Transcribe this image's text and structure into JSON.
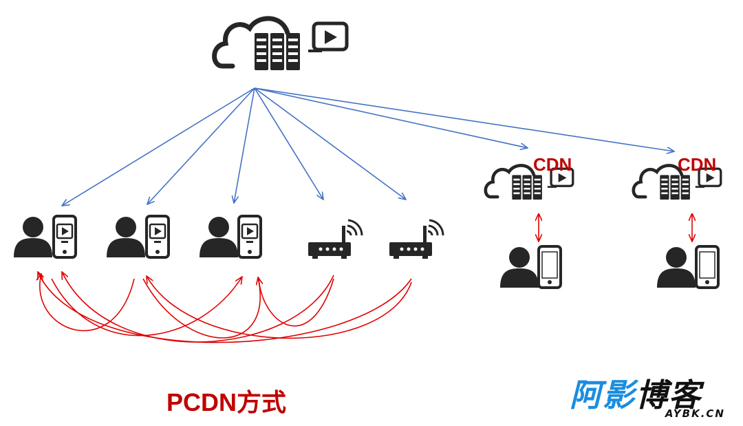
{
  "cdn_label": "CDN",
  "title": "PCDN方式",
  "logo": {
    "part1": "阿影",
    "part2": "博客",
    "subtitle": "AYBK.CN"
  },
  "colors": {
    "blue_arrow": "#4472c4",
    "red_arrow": "#e00000",
    "icon_dark": "#262626",
    "title_red": "#c00000",
    "logo_blue": "#1a8de0"
  }
}
